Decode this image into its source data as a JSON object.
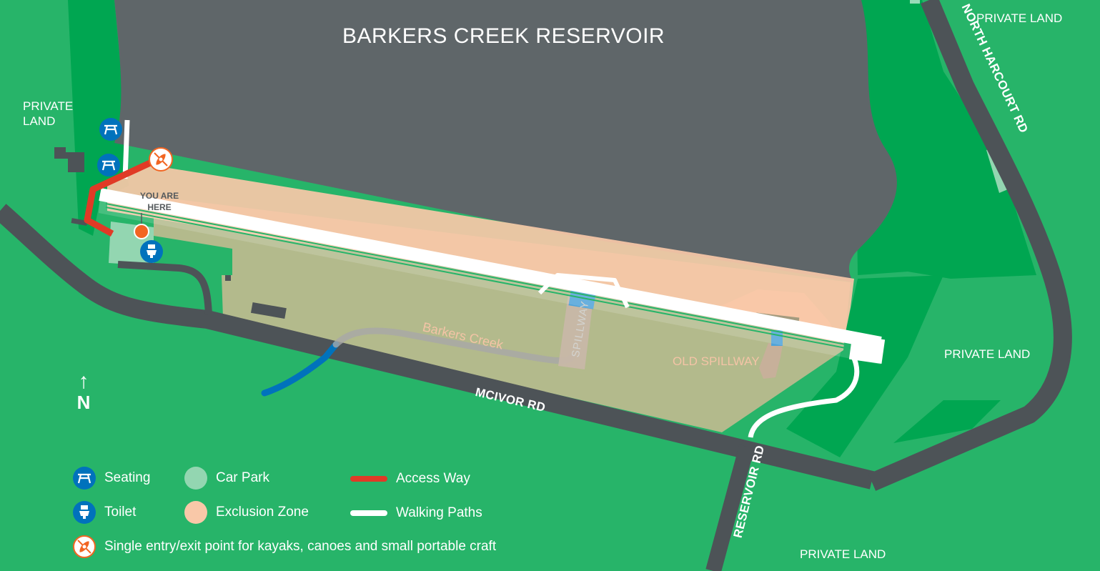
{
  "map": {
    "title": "BARKERS CREEK RESERVOIR",
    "area_labels": {
      "private_nw_line1": "PRIVATE",
      "private_nw_line2": "LAND",
      "private_ne": "PRIVATE LAND",
      "private_e": "PRIVATE LAND",
      "private_s": "PRIVATE LAND"
    },
    "roads": {
      "north_harcourt": "NORTH HARCOURT RD",
      "mcivor": "MCIVOR RD",
      "reservoir": "RESERVOIR RD"
    },
    "features": {
      "creek": "Barkers Creek",
      "spillway": "SPILLWAY",
      "old_spillway": "OLD SPILLWAY",
      "you_are_here_line1": "YOU ARE",
      "you_are_here_line2": "HERE"
    },
    "compass": {
      "arrow": "↑",
      "label": "N"
    }
  },
  "legend": {
    "seating": "Seating",
    "toilet": "Toilet",
    "car_park": "Car Park",
    "exclusion_zone": "Exclusion Zone",
    "access_way": "Access Way",
    "walking_paths": "Walking Paths",
    "entry_point": "Single entry/exit point for kayaks, canoes and small portable craft"
  },
  "colors": {
    "grass": "#27b469",
    "dark_green": "#00a651",
    "water": "#5f6669",
    "road": "#4d5357",
    "exclusion": "#f9c8a8",
    "car_park": "#93d6b1",
    "access_way": "#e03a26",
    "blue_icon": "#0072bc",
    "orange_icon": "#f26522"
  },
  "icons": {
    "seating": "picnic-table-icon",
    "toilet": "toilet-icon",
    "entry": "kayak-icon",
    "you_are_here": "location-dot-icon"
  }
}
